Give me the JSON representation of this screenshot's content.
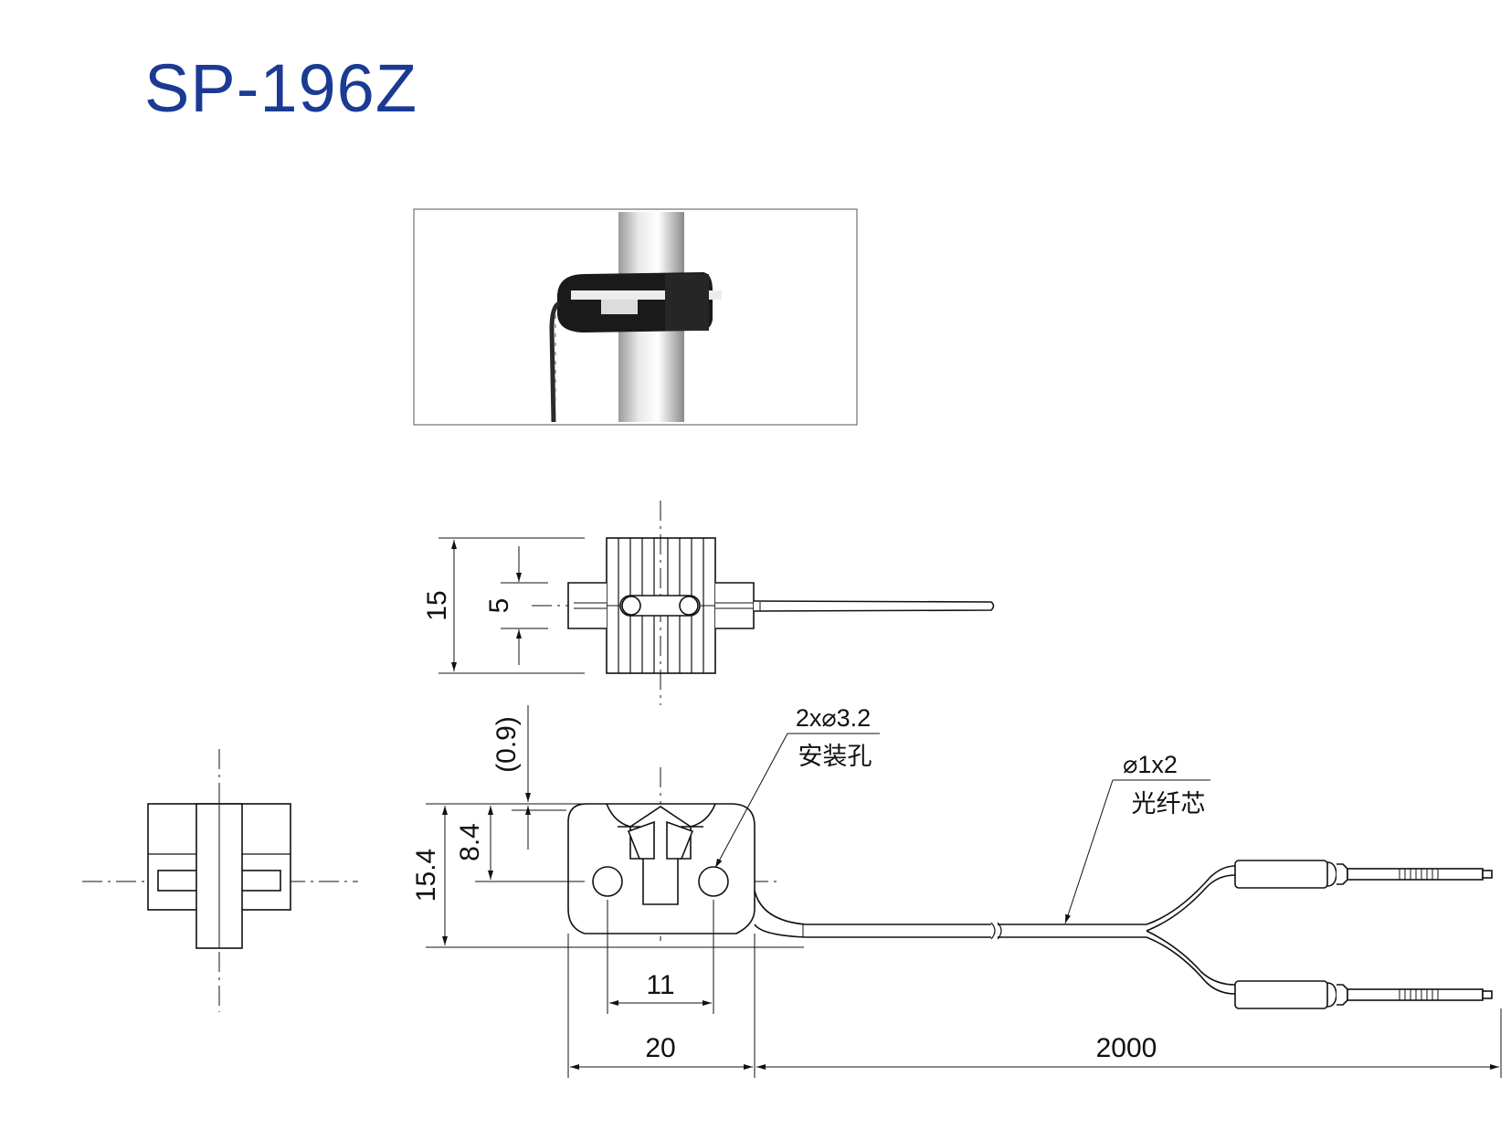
{
  "title": "SP-196Z",
  "photo": {
    "description_icon": "product-photo"
  },
  "dimensions": {
    "height_15": "15",
    "slot_5": "5",
    "gap_0_9": "(0.9)",
    "height_8_4": "8.4",
    "height_15_4": "15.4",
    "hole_pitch_11": "11",
    "width_20": "20",
    "cable_length_2000": "2000"
  },
  "annotations": {
    "mount_hole_spec": "2x⌀3.2",
    "mount_hole_label": "安装孔",
    "fiber_spec": "⌀1x2",
    "fiber_label": "光纤芯"
  },
  "colors": {
    "title": "#1b3a94",
    "line": "#111111"
  }
}
